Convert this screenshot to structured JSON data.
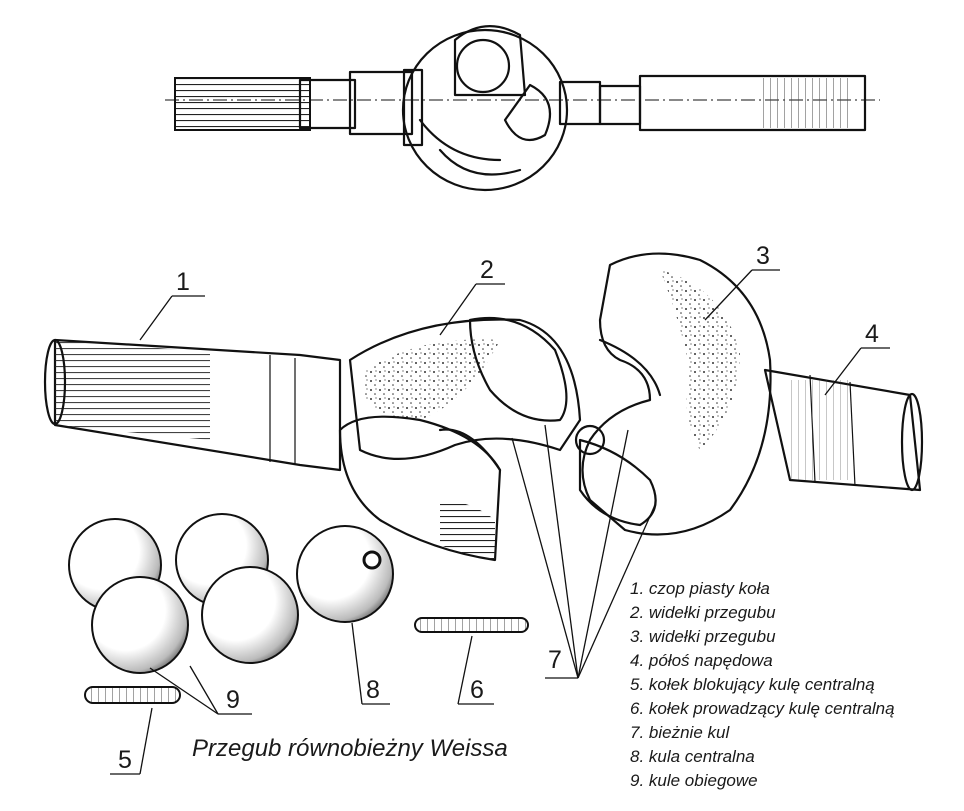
{
  "title": "Przegub równobieżny Weissa",
  "callouts": [
    "1",
    "2",
    "3",
    "4",
    "5",
    "6",
    "7",
    "8",
    "9"
  ],
  "legend": [
    "1. czop piasty koła",
    "2. widełki przegubu",
    "3. widełki przegubu",
    "4. półoś napędowa",
    "5. kołek blokujący kulę centralną",
    "6. kołek prowadzący kulę centralną",
    "7. bieżnie kul",
    "8. kula centralna",
    "9. kule obiegowe"
  ]
}
